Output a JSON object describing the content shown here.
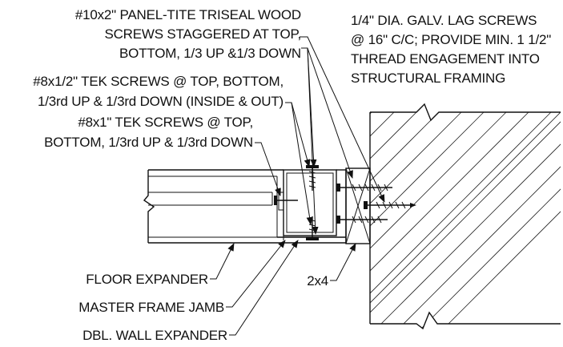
{
  "labels": {
    "panel_tite": [
      "#10x2\" PANEL-TITE TRISEAL WOOD",
      "SCREWS STAGGERED AT TOP,",
      "BOTTOM, 1/3 UP &1/3 DOWN"
    ],
    "lag_screws": [
      "1/4\" DIA. GALV. LAG SCREWS",
      "@ 16\" C/C; PROVIDE MIN. 1 1/2\"",
      "THREAD ENGAGEMENT INTO",
      "STRUCTURAL FRAMING"
    ],
    "tek_half": [
      "#8x1/2\" TEK SCREWS @ TOP, BOTTOM,",
      "1/3rd UP & 1/3rd DOWN (INSIDE & OUT)"
    ],
    "tek_one": [
      "#8x1\" TEK SCREWS @ TOP,",
      "BOTTOM, 1/3rd UP & 1/3rd DOWN"
    ],
    "floor_expander": "FLOOR EXPANDER",
    "master_frame_jamb": "MASTER FRAME JAMB",
    "dbl_wall_expander": "DBL. WALL EXPANDER",
    "two_by_four": "2x4"
  }
}
